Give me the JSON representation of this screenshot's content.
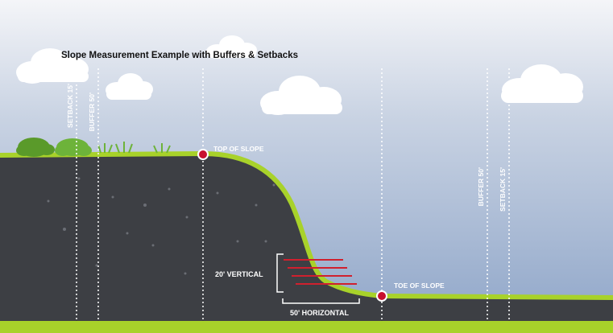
{
  "diagram": {
    "title": "Slope Measurement Example with Buffers & Setbacks",
    "labels": {
      "top_of_slope": "TOP OF SLOPE",
      "toe_of_slope": "TOE OF SLOPE",
      "vertical": "20' VERTICAL",
      "horizontal": "50' HORIZONTAL",
      "setback_left": "SETBACK 15'",
      "buffer_left": "BUFFER 50'",
      "buffer_right": "BUFFER 50'",
      "setback_right": "SETBACK 15'"
    },
    "colors": {
      "sky_top": "#f4f5f8",
      "sky_bottom": "#8ea5c8",
      "ground": "#3d3f44",
      "grass": "#a8d22a",
      "marker": "#c8102e",
      "measure_lines": "#d0202e",
      "title_text": "#111111",
      "label_text": "#ffffff"
    }
  }
}
